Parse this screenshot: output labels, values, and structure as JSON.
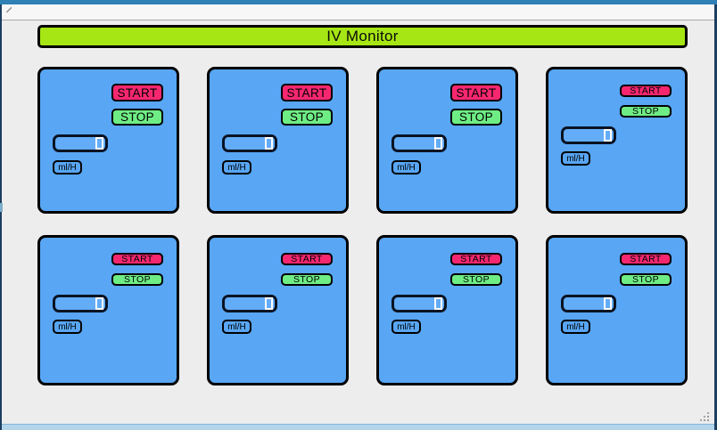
{
  "header": {
    "title": "IV Monitor"
  },
  "colors": {
    "header_green": "#A6E614",
    "panel_blue": "#58A6F4",
    "input_blue": "#63ACF7",
    "start_pink": "#F6276F",
    "stop_green": "#6FED85",
    "titlebar_blue": "#2E80B5",
    "frame_navy": "#1C3E60",
    "statusbar_blue": "#B3D4EB",
    "background": "#EDEDED"
  },
  "icons": {
    "caret": "text-caret-icon",
    "resize_grip": "resize-grip-icon",
    "titlebar_glyph": "window-grip-icon"
  },
  "panels": [
    {
      "variant": "large",
      "start_label": "START",
      "stop_label": "STOP",
      "rate_value": "",
      "unit_label": "ml/H"
    },
    {
      "variant": "large",
      "start_label": "START",
      "stop_label": "STOP",
      "rate_value": "",
      "unit_label": "ml/H"
    },
    {
      "variant": "large",
      "start_label": "START",
      "stop_label": "STOP",
      "rate_value": "",
      "unit_label": "ml/H"
    },
    {
      "variant": "small",
      "start_label": "START",
      "stop_label": "STOP",
      "rate_value": "",
      "unit_label": "ml/H"
    },
    {
      "variant": "small",
      "start_label": "START",
      "stop_label": "STOP",
      "rate_value": "",
      "unit_label": "ml/H"
    },
    {
      "variant": "small",
      "start_label": "START",
      "stop_label": "STOP",
      "rate_value": "",
      "unit_label": "ml/H"
    },
    {
      "variant": "small",
      "start_label": "START",
      "stop_label": "STOP",
      "rate_value": "",
      "unit_label": "ml/H"
    },
    {
      "variant": "small",
      "start_label": "START",
      "stop_label": "STOP",
      "rate_value": "",
      "unit_label": "ml/H"
    }
  ]
}
